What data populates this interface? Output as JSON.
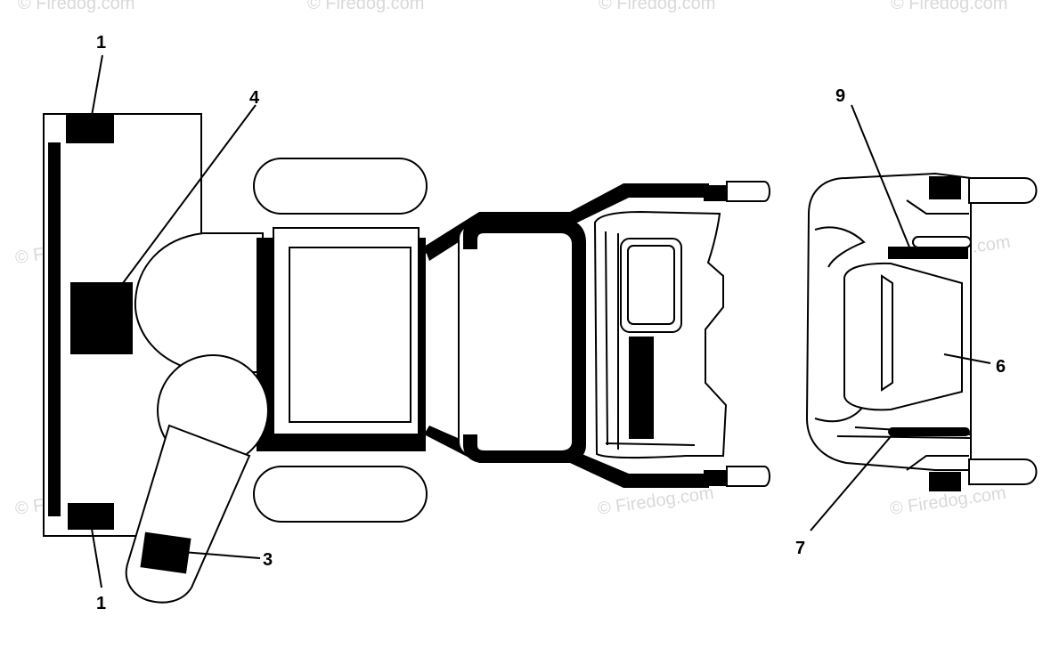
{
  "watermark": "© Firedog.com",
  "callouts": {
    "c1_top": "1",
    "c1_bottom": "1",
    "c3": "3",
    "c4": "4",
    "c6": "6",
    "c7": "7",
    "c9": "9"
  },
  "colors": {
    "line": "#000000",
    "background": "#ffffff",
    "watermark": "#d9d9d9"
  }
}
